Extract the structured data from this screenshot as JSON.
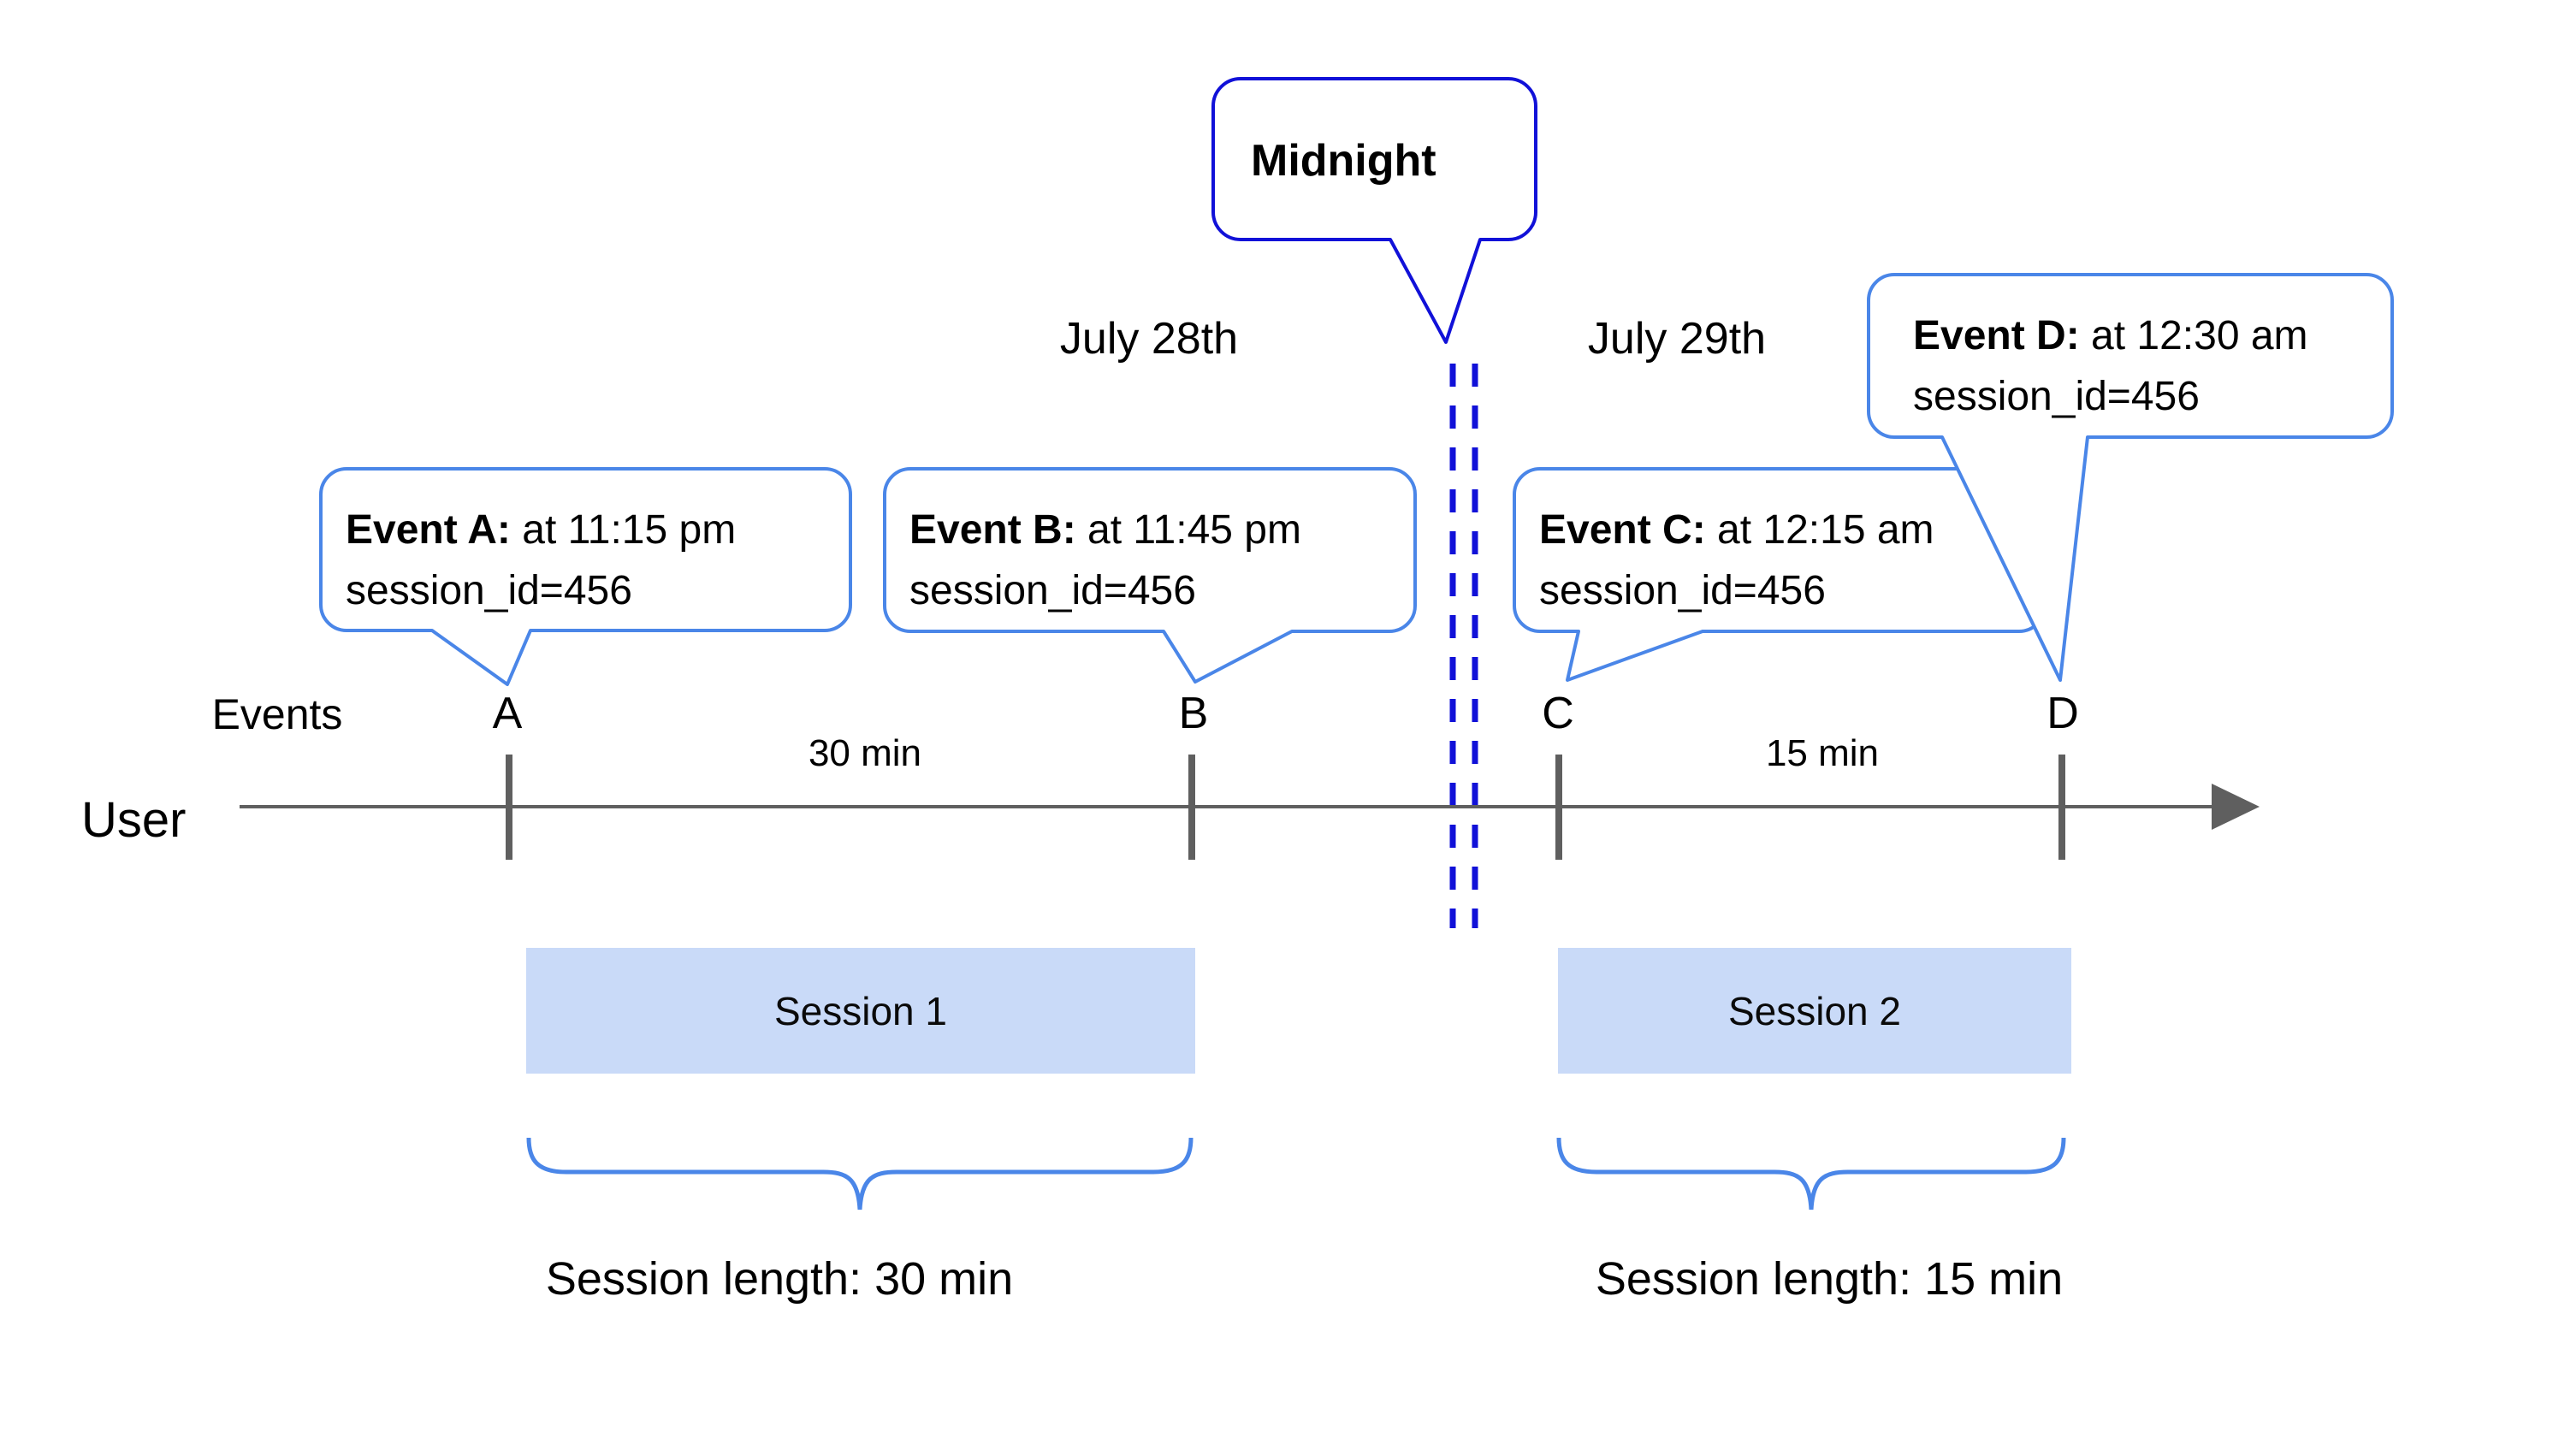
{
  "axis": {
    "user_label": "User",
    "events_label": "Events"
  },
  "dates": {
    "left": "July 28th",
    "right": "July 29th"
  },
  "midnight": {
    "label": "Midnight"
  },
  "events": [
    {
      "tick": "A",
      "title": "Event A:",
      "time": " at 11:15 pm",
      "detail": "session_id=456"
    },
    {
      "tick": "B",
      "title": "Event B:",
      "time": " at 11:45 pm",
      "detail": "session_id=456"
    },
    {
      "tick": "C",
      "title": "Event C:",
      "time": " at 12:15 am",
      "detail": "session_id=456"
    },
    {
      "tick": "D",
      "title": "Event D:",
      "time": " at 12:30 am",
      "detail": "session_id=456"
    }
  ],
  "sessions": [
    {
      "name": "Session 1",
      "interval": "30 min",
      "length_label": "Session length: 30 min"
    },
    {
      "name": "Session 2",
      "interval": "15 min",
      "length_label": "Session length: 15 min"
    }
  ],
  "colors": {
    "bubble_border": "#4a86e8",
    "midnight_blue": "#1111d8",
    "timeline_gray": "#5f5f5f",
    "session_bar_fill": "#c9daf8",
    "brace_blue": "#4a86e8"
  }
}
